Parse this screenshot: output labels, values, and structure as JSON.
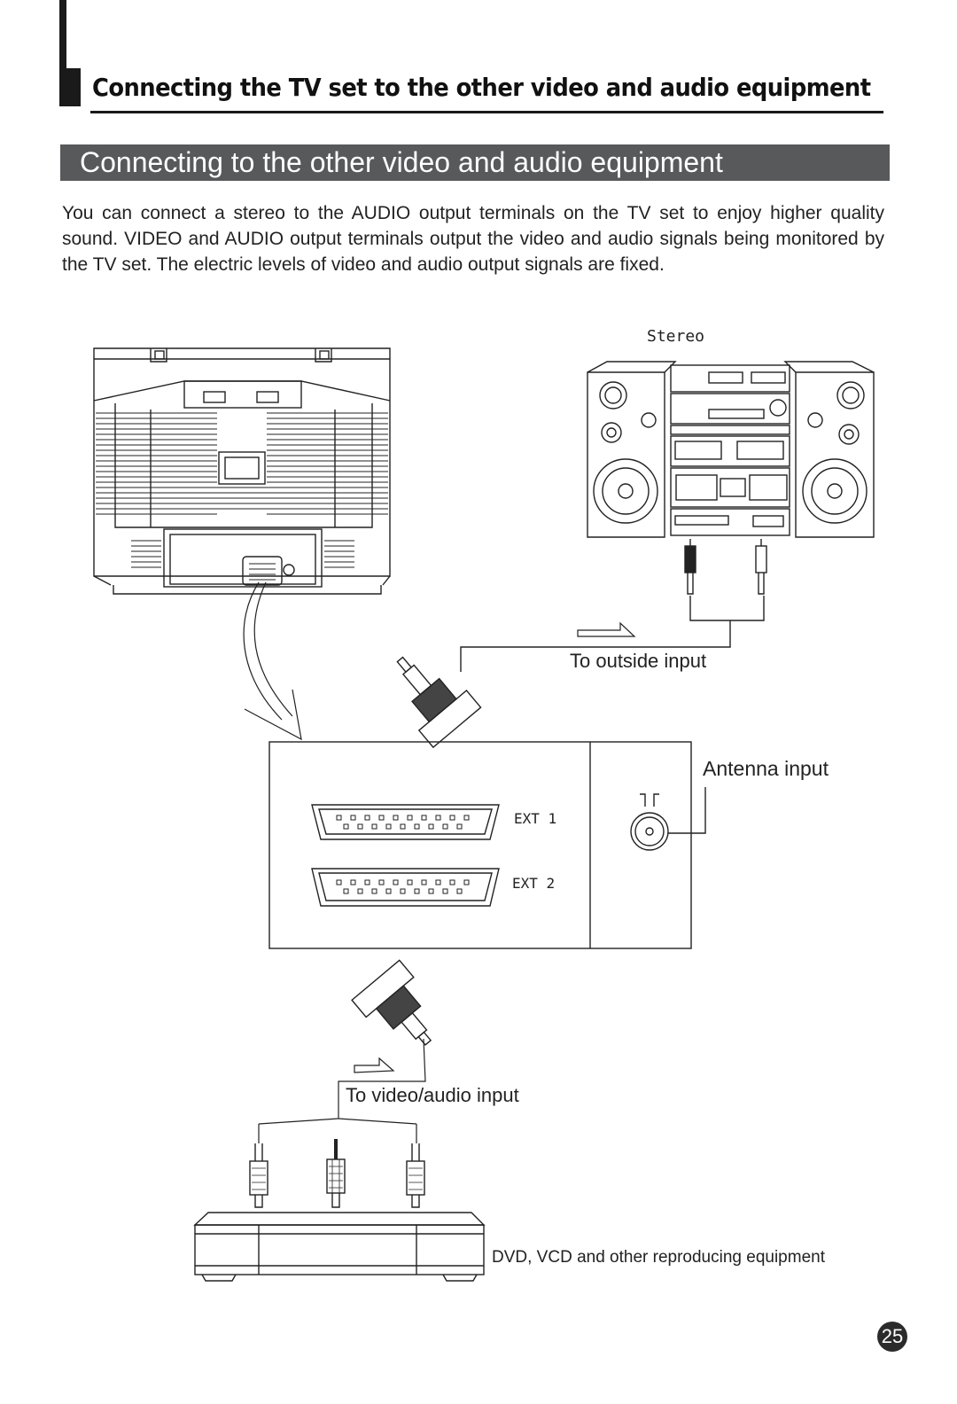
{
  "header": {
    "title": "Connecting the TV set to the other video and audio equipment"
  },
  "section": {
    "title": "Connecting to the other video and audio equipment"
  },
  "intro": {
    "text": "You can connect a stereo to the  AUDIO output  terminals   on  the TV set  to enjoy   higher quality sound. VIDEO and AUDIO output terminals output the video and audio signals being monitored by the TV set. The electric levels of video and audio output signals are fixed."
  },
  "diagram": {
    "stereo_label": "Stereo",
    "outside_input_label": "To outside input",
    "antenna_input_label": "Antenna input",
    "ext1_label": "EXT 1",
    "ext2_label": "EXT 2",
    "video_audio_input_label": "To video/audio input",
    "dvd_label": "DVD, VCD and other reproducing equipment"
  },
  "footer": {
    "page_number": "25"
  }
}
